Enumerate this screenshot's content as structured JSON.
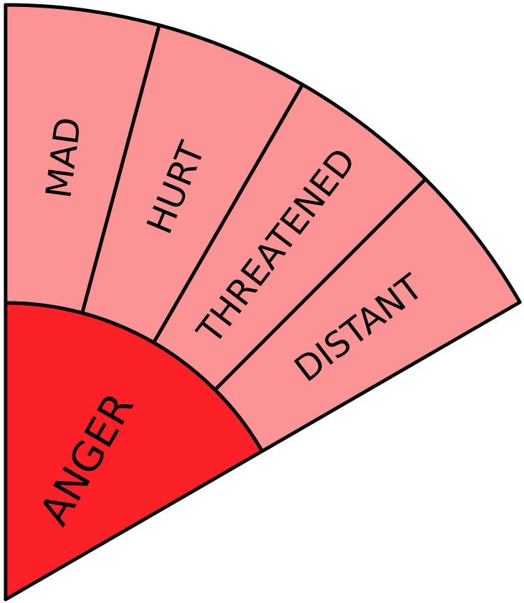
{
  "colors": {
    "core_fill": "#fb2126",
    "segment_fill": "#fc9395",
    "stroke": "#000000"
  },
  "core": {
    "label": "ANGER"
  },
  "segments": [
    {
      "label": "MAD"
    },
    {
      "label": "HURT"
    },
    {
      "label": "THREATENED"
    },
    {
      "label": "DISTANT"
    }
  ]
}
